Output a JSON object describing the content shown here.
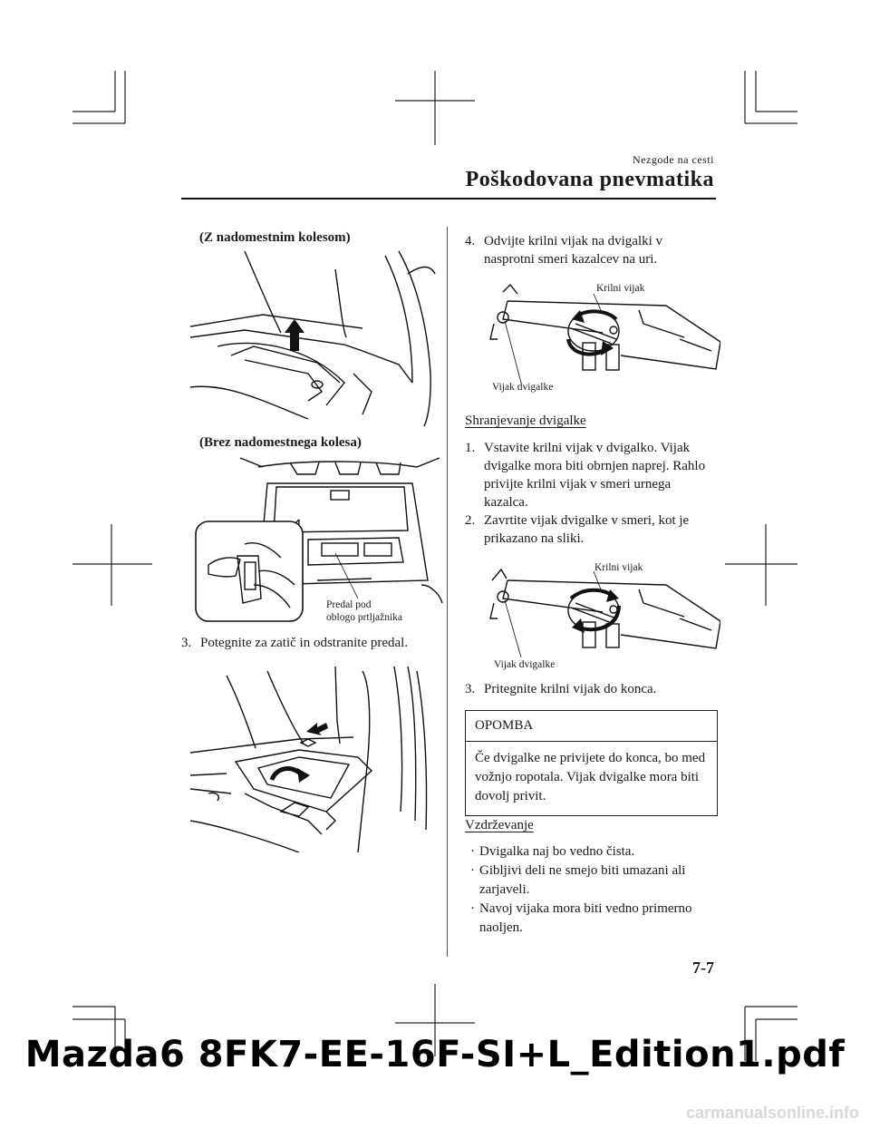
{
  "header": {
    "section": "Nezgode na cesti",
    "title": "Poškodovana pnevmatika"
  },
  "left": {
    "caption1": "(Z nadomestnim kolesom)",
    "caption2": "(Brez nadomestnega kolesa)",
    "label_tray_line1": "Predal pod",
    "label_tray_line2": "oblogo prtljažnika",
    "step3_num": "3.",
    "step3_text": "Potegnite za zatič in odstranite predal."
  },
  "right": {
    "step4_num": "4.",
    "step4_text": "Odvijte krilni vijak na dvigalki v nasprotni smeri kazalcev na uri.",
    "label_wing_bolt": "Krilni vijak",
    "label_jack_screw": "Vijak dvigalke",
    "storing_heading": "Shranjevanje dvigalke",
    "store_steps": [
      {
        "num": "1.",
        "text": "Vstavite krilni vijak v dvigalko. Vijak dvigalke mora biti obrnjen naprej. Rahlo privijte krilni vijak v smeri urnega kazalca."
      },
      {
        "num": "2.",
        "text": "Zavrtite vijak dvigalke v smeri, kot je prikazano na sliki."
      }
    ],
    "label_wing_bolt_2": "Krilni vijak",
    "label_jack_screw_2": "Vijak dvigalke",
    "step3b_num": "3.",
    "step3b_text": "Pritegnite krilni vijak do konca.",
    "note_heading": "OPOMBA",
    "note_text": "Če dvigalke ne privijete do konca, bo med vožnjo ropotala. Vijak dvigalke mora biti dovolj privit.",
    "maint_heading": "Vzdrževanje",
    "maint_items": [
      "Dvigalka naj bo vedno čista.",
      "Gibljivi deli ne smejo biti umazani ali zarjaveli.",
      "Navoj vijaka mora biti vedno primerno naoljen."
    ]
  },
  "footer": {
    "page_number": "7-7",
    "file_watermark": "Mazda6 8FK7-EE-16F-SI+L_Edition1.pdf",
    "site": "carmanualsonline.info"
  }
}
